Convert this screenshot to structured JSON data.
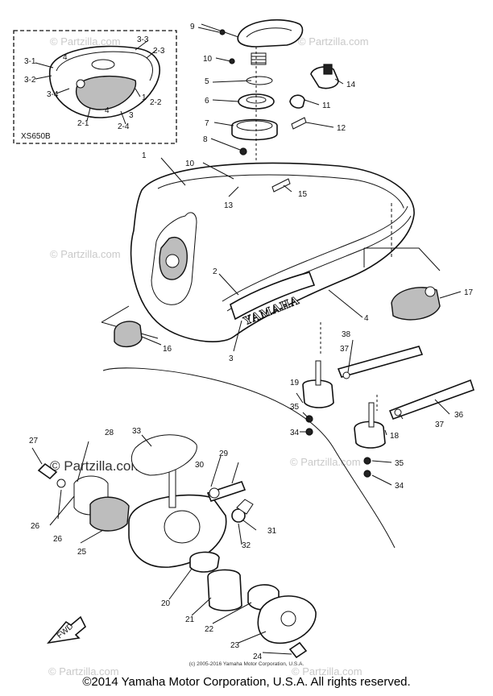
{
  "watermark": "© Partzilla.com",
  "inset_model": "XS650B",
  "brand_text": "YAMAHA",
  "fwd_text": "FWD",
  "small_copyright": "(c) 2005-2016 Yamaha Motor Corporation, U.S.A.",
  "copyright": "©2014 Yamaha Motor Corporation, U.S.A. All rights reserved.",
  "callouts": {
    "c1": "1",
    "c2": "2",
    "c3": "3",
    "c4": "4",
    "c5": "5",
    "c6": "6",
    "c7": "7",
    "c8": "8",
    "c9": "9",
    "c10a": "10",
    "c10b": "10",
    "c11": "11",
    "c12": "12",
    "c13": "13",
    "c14": "14",
    "c15": "15",
    "c16": "16",
    "c17": "17",
    "c18": "18",
    "c19": "19",
    "c20": "20",
    "c21": "21",
    "c22": "22",
    "c23": "23",
    "c24": "24",
    "c25": "25",
    "c26a": "26",
    "c26b": "26",
    "c27": "27",
    "c28": "28",
    "c29": "29",
    "c30": "30",
    "c31": "31",
    "c32": "32",
    "c33": "33",
    "c34a": "34",
    "c34b": "34",
    "c35a": "35",
    "c35b": "35",
    "c36": "36",
    "c37a": "37",
    "c37b": "37",
    "c38": "38",
    "i31": "3-1",
    "i32": "3-2",
    "i33": "3-3",
    "i34": "3-4",
    "i23": "2-3",
    "i21": "2-1",
    "i22": "2-2",
    "i24": "2-4",
    "i4": "4",
    "i1": "1",
    "i3": "3"
  }
}
